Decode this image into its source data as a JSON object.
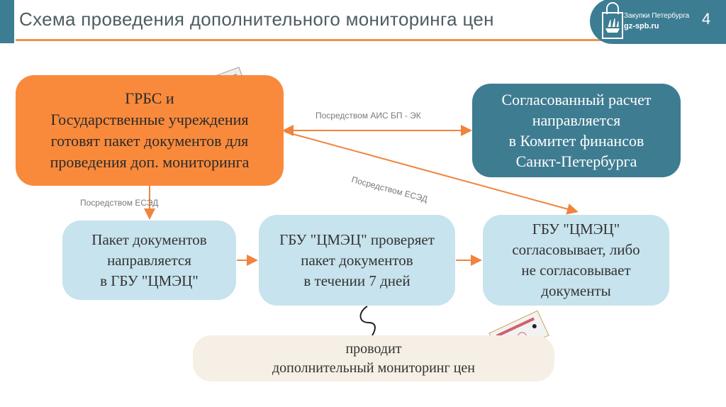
{
  "header": {
    "title": "Схема проведения дополнительного мониторинга цен",
    "page_number": "4",
    "logo": {
      "name": "Закупки Петербурга",
      "url_text": "gz-spb.ru"
    }
  },
  "boxes": {
    "grbs": [
      "ГРБС и",
      "Государственные учреждения",
      "готовят пакет документов для",
      "проведения доп. мониторинга"
    ],
    "finance": [
      "Согласованный расчет",
      "направляется",
      "в Комитет финансов",
      "Санкт-Петербурга"
    ],
    "sent": [
      "Пакет документов",
      "направляется",
      "в ГБУ \"ЦМЭЦ\""
    ],
    "check": [
      "ГБУ \"ЦМЭЦ\" проверяет",
      "пакет документов",
      "в течении 7 дней"
    ],
    "approve": [
      "ГБУ \"ЦМЭЦ\"",
      "согласовывает, либо",
      "не согласовывает",
      "документы"
    ],
    "monitor": [
      "проводит",
      "дополнительный мониторинг цен"
    ]
  },
  "labels": {
    "ais": "Посредством АИС БП - ЭК",
    "esed_down": "Посредством ЕСЭД",
    "esed_diag": "Посредством ЕСЭД"
  },
  "colors": {
    "orange": "#f98a3c",
    "teal": "#3e7c91",
    "lightblue": "#c7e3ed",
    "beige": "#f6efe5"
  }
}
